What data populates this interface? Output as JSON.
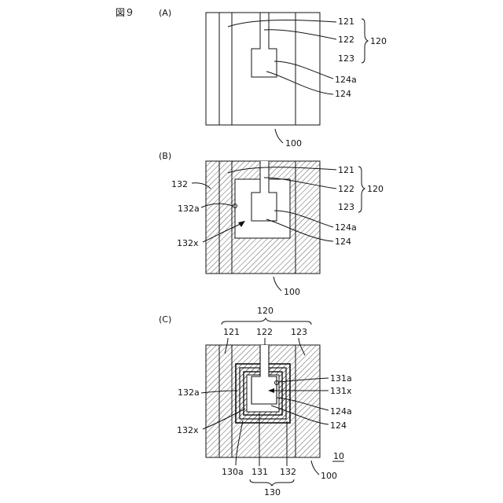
{
  "figure_label": "図９",
  "panels": {
    "a": {
      "label": "(A)",
      "refs": {
        "r121": "121",
        "r122": "122",
        "r123": "123",
        "r124a": "124a",
        "r124": "124",
        "r120": "120",
        "r100": "100"
      }
    },
    "b": {
      "label": "(B)",
      "refs": {
        "r121": "121",
        "r122": "122",
        "r123": "123",
        "r124a": "124a",
        "r124": "124",
        "r120": "120",
        "r100": "100",
        "r132": "132",
        "r132a": "132a",
        "r132x": "132x"
      }
    },
    "c": {
      "label": "(C)",
      "refs": {
        "r120": "120",
        "r121": "121",
        "r122": "122",
        "r123": "123",
        "r131a": "131a",
        "r131x": "131x",
        "r124a": "124a",
        "r124": "124",
        "r132a": "132a",
        "r132x": "132x",
        "r130a": "130a",
        "r131": "131",
        "r132": "132",
        "r130": "130",
        "r10": "10",
        "r100": "100"
      }
    }
  }
}
